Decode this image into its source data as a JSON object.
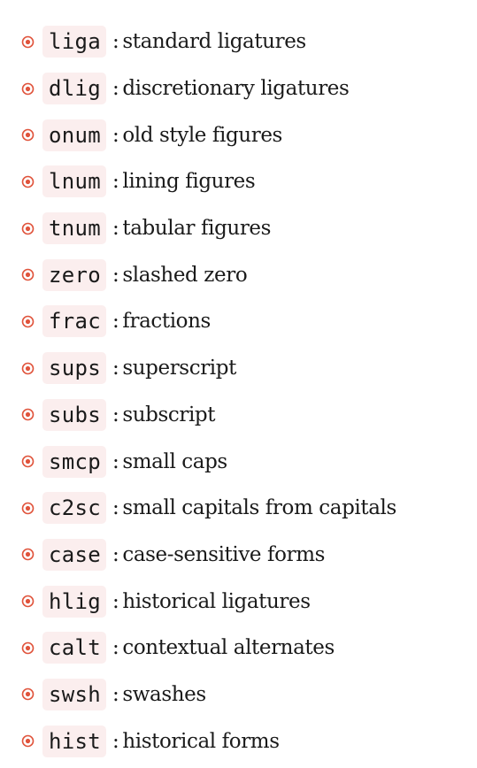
{
  "accent_color": "#e0533b",
  "code_background": "#fbeeee",
  "bullet_icon": "circled-dot-icon",
  "separator": ":",
  "features": [
    {
      "code": "liga",
      "description": "standard ligatures"
    },
    {
      "code": "dlig",
      "description": "discretionary ligatures"
    },
    {
      "code": "onum",
      "description": "old style figures"
    },
    {
      "code": "lnum",
      "description": "lining figures"
    },
    {
      "code": "tnum",
      "description": "tabular figures"
    },
    {
      "code": "zero",
      "description": "slashed zero"
    },
    {
      "code": "frac",
      "description": "fractions"
    },
    {
      "code": "sups",
      "description": "superscript"
    },
    {
      "code": "subs",
      "description": "subscript"
    },
    {
      "code": "smcp",
      "description": "small caps"
    },
    {
      "code": "c2sc",
      "description": "small capitals from capitals"
    },
    {
      "code": "case",
      "description": "case-sensitive forms"
    },
    {
      "code": "hlig",
      "description": "historical ligatures"
    },
    {
      "code": "calt",
      "description": "contextual alternates"
    },
    {
      "code": "swsh",
      "description": "swashes"
    },
    {
      "code": "hist",
      "description": "historical forms"
    }
  ]
}
